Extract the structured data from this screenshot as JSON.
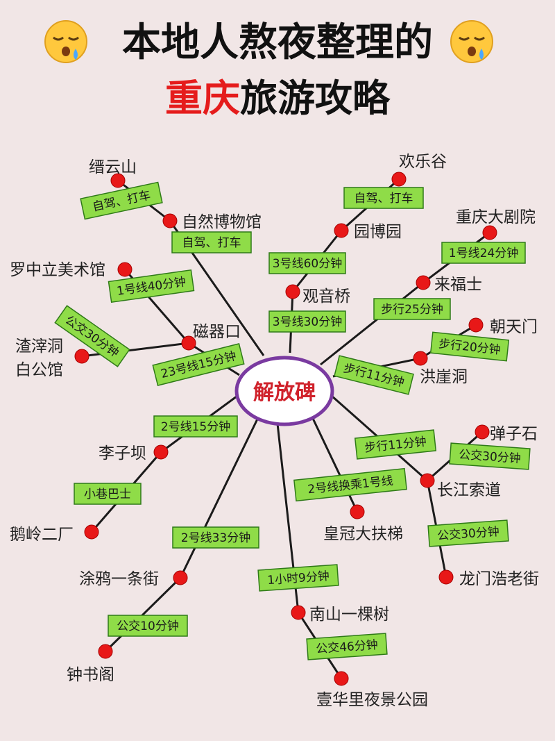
{
  "title": {
    "line1": "本地人熬夜整理的",
    "line2_red": "重庆",
    "line2_black": "旅游攻略",
    "emoji_icon": "sleepy-face-icon"
  },
  "hub": {
    "label": "解放碑",
    "color": "#d0222b",
    "ring_color": "#7a3aa0"
  },
  "colors": {
    "route_tag": "#8fdc48",
    "node_dot": "#e81818",
    "background": "#f1e6e6"
  },
  "nodes": {
    "jinyun": "缙云山",
    "ziranbowu": "自然博物馆",
    "luozhongli": "罗中立美术馆",
    "ciqikou": "磁器口",
    "zhazidong": "渣滓洞\n白公馆",
    "huanlegu": "欢乐谷",
    "yuanboyuan": "园博园",
    "guanyinqiao": "观音桥",
    "dajuyuan": "重庆大剧院",
    "laifushi": "来福士",
    "chaotianmen": "朝天门",
    "hongyadong": "洪崖洞",
    "liziba": "李子坝",
    "eling": "鹅岭二厂",
    "tuya": "涂鸦一条街",
    "zhongshuge": "钟书阁",
    "danzishi": "弹子石",
    "suodao": "长江索道",
    "longmen": "龙门浩老街",
    "huangguan": "皇冠大扶梯",
    "nanshan": "南山一棵树",
    "yihuali": "壹华里夜景公园"
  },
  "routes": {
    "jinyun_zr": "自驾、打车",
    "zr_hub": "自驾、打车",
    "lzl_cqk": "1号线40分钟",
    "zzd_cqk": "公交30分钟",
    "cqk_hub": "23号线15分钟",
    "hlg_ybk": "自驾、打车",
    "ybk_gyq": "3号线60分钟",
    "gyq_hub": "3号线30分钟",
    "djy_lfs": "1号线24分钟",
    "lfs_hub": "步行25分钟",
    "ctm_hyd": "步行20分钟",
    "hyd_hub": "步行11分钟",
    "hub_lzb": "2号线15分钟",
    "lzb_el": "小巷巴士",
    "hub_ty": "2号线33分钟",
    "ty_zsg": "公交10分钟",
    "hub_sd": "步行11分钟",
    "dzs_sd": "公交30分钟",
    "sd_lm": "公交30分钟",
    "hub_hg": "2号线换乘1号线",
    "hub_ns": "1小时9分钟",
    "ns_yhl": "公交46分钟"
  }
}
